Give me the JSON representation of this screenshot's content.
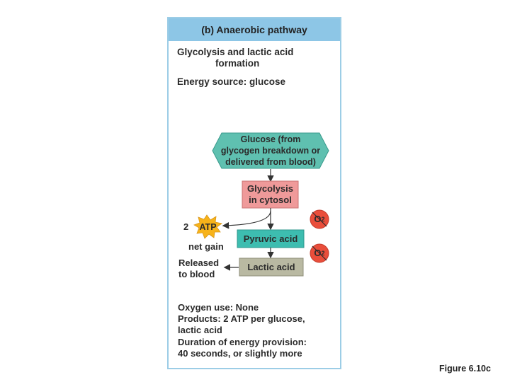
{
  "panel": {
    "header": "(b) Anaerobic pathway",
    "title_line1": "Glycolysis and lactic acid",
    "title_line2": "formation",
    "energy_source": "Energy source: glucose"
  },
  "diagram": {
    "glucose": {
      "line1": "Glucose (from",
      "line2": "glycogen breakdown or",
      "line3": "delivered from blood)"
    },
    "glycolysis": {
      "line1": "Glycolysis",
      "line2": "in cytosol"
    },
    "pyruvic": "Pyruvic acid",
    "lactic": "Lactic acid",
    "atp": {
      "count": "2",
      "label": "ATP",
      "caption": "net gain"
    },
    "released": {
      "line1": "Released",
      "line2": "to blood"
    },
    "o2_symbol": "O",
    "o2_subscript": "2",
    "colors": {
      "glucose_fill": "#5fc0b0",
      "glycolysis_fill": "#ef9a9a",
      "pyruvic_fill": "#3dbdb0",
      "lactic_fill": "#b9b9a2",
      "atp_fill": "#f7b31a",
      "no_o2_fill": "#e94e3b"
    }
  },
  "footer": {
    "oxygen_use": "Oxygen use: None",
    "products_line1": "Products: 2 ATP per glucose,",
    "products_line2": "lactic acid",
    "duration_line1": "Duration of energy provision:",
    "duration_line2": "40 seconds, or slightly more"
  },
  "caption": "Figure 6.10c"
}
